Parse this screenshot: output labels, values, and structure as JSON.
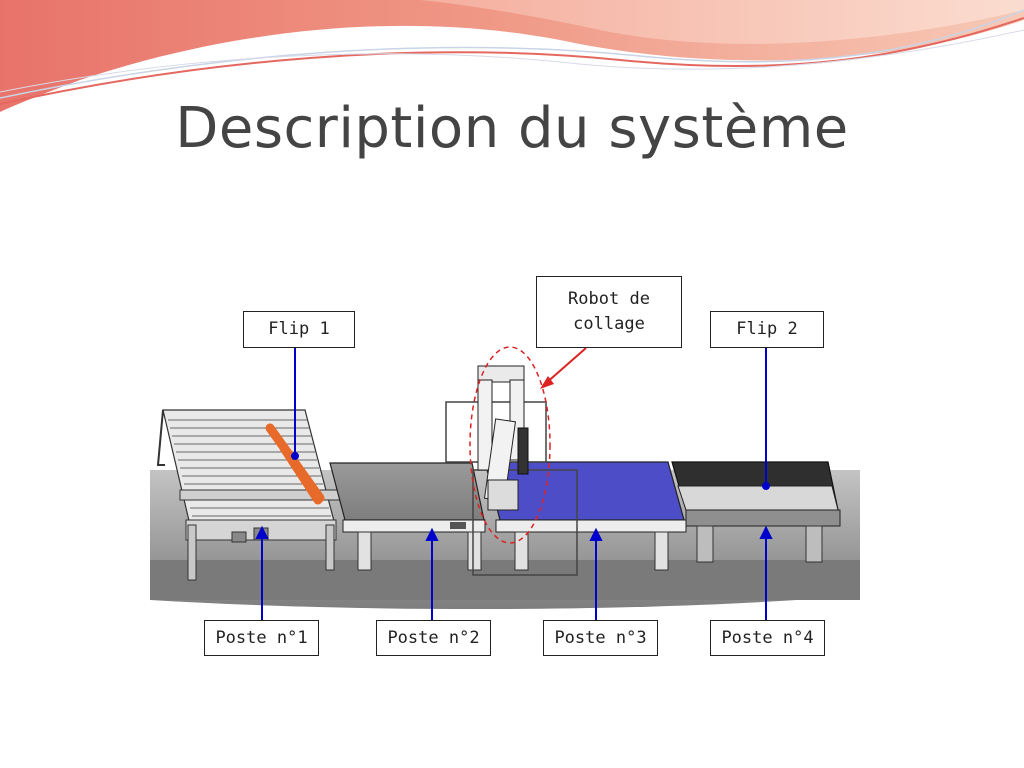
{
  "title": "Description du système",
  "labels": {
    "flip1": "Flip 1",
    "flip2": "Flip 2",
    "robot": "Robot de collage",
    "poste1": "Poste n°1",
    "poste2": "Poste n°2",
    "poste3": "Poste n°3",
    "poste4": "Poste n°4"
  },
  "colors": {
    "title": "#444444",
    "pointer_lines": "#0000cc",
    "robot_highlight": "#dd2222",
    "station3_surface": "#4d4dc8",
    "bars": "#e86a2a",
    "header_swoosh": "#e8807a"
  }
}
